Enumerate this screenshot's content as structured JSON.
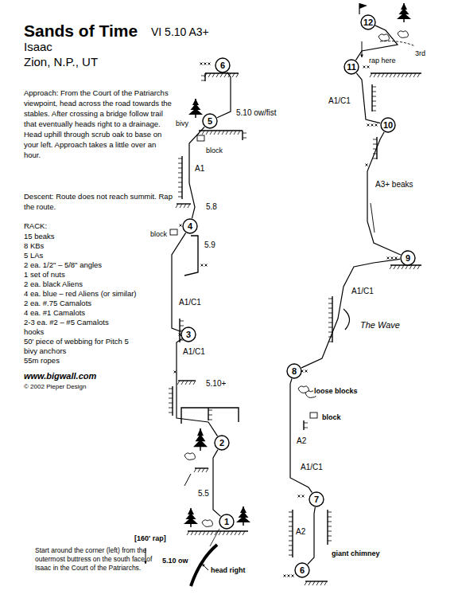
{
  "diagram": {
    "title": "Sands of Time",
    "nodes": [
      {
        "text": [
          "1"
        ]
      },
      {
        "text": [
          "2"
        ]
      },
      {
        "text": [
          "3"
        ]
      },
      {
        "text": [
          "4"
        ]
      },
      {
        "text": [
          "5"
        ]
      },
      {
        "text": [
          "6"
        ]
      },
      {
        "text": [
          "6"
        ]
      },
      {
        "text": [
          "7"
        ]
      },
      {
        "text": [
          "8"
        ]
      },
      {
        "text": [
          "9"
        ]
      },
      {
        "text": [
          "10"
        ]
      },
      {
        "text": [
          "11"
        ]
      },
      {
        "text": [
          "12"
        ]
      }
    ],
    "edges": [
      {
        "from": 0,
        "to": 1,
        "arrow": "none"
      },
      {
        "from": 1,
        "to": 2,
        "arrow": "none"
      },
      {
        "from": 2,
        "to": 3,
        "arrow": "none"
      },
      {
        "from": 3,
        "to": 4,
        "arrow": "none"
      },
      {
        "from": 4,
        "to": 5,
        "arrow": "none"
      },
      {
        "from": 6,
        "to": 7,
        "arrow": "none"
      },
      {
        "from": 7,
        "to": 8,
        "arrow": "none"
      },
      {
        "from": 8,
        "to": 9,
        "arrow": "none"
      },
      {
        "from": 9,
        "to": 10,
        "arrow": "none"
      },
      {
        "from": 10,
        "to": 11,
        "arrow": "none"
      },
      {
        "from": 11,
        "to": 12,
        "arrow": "none"
      }
    ],
    "labels": [
      "VI 5.10 A3+",
      "Isaac",
      "Zion, N.P., UT",
      "Approach: From the Court of the Patriarchs viewpoint, head across the road towards the stables. After crossing a bridge follow trail that eventually heads right to a drainage. Head uphill through scrub oak to base on your left. Approach takes a little over an hour.",
      "Descent: Route does not reach summit. Rap the route.",
      "RACK:",
      "15 beaks",
      "8 KBs",
      "5 LAs",
      "2 ea. 1/2\" – 5/8\" angles",
      "1 set of nuts",
      "2 ea. black Aliens",
      "4 ea. blue – red Aliens (or similar)",
      "2 ea. #.75 Camalots",
      "4 ea. #1 Camalots",
      "2-3 ea. #2 – #5 Camalots",
      "hooks",
      "50' piece of webbing for Pitch 5 bivy anchors",
      "55m ropes",
      "www.bigwall.com",
      "© 2002 Pieper Design",
      "5.10 ow/fist",
      "bivy",
      "block",
      "A1",
      "5.8",
      "block",
      "5.9",
      "A1/C1",
      "A1/C1",
      "5.10+",
      "5.5",
      "[160' rap]",
      "5.10 ow",
      "head right",
      "Start around the corner (left) from the outermost buttress on the south face of Isaac in the Court of the Patriarchs.",
      "rap here",
      "3rd",
      "A1/C1",
      "A3+ beaks",
      "A1/C1",
      "The Wave",
      "loose blocks",
      "block",
      "A2",
      "A1/C1",
      "A2",
      "giant chimney"
    ]
  }
}
